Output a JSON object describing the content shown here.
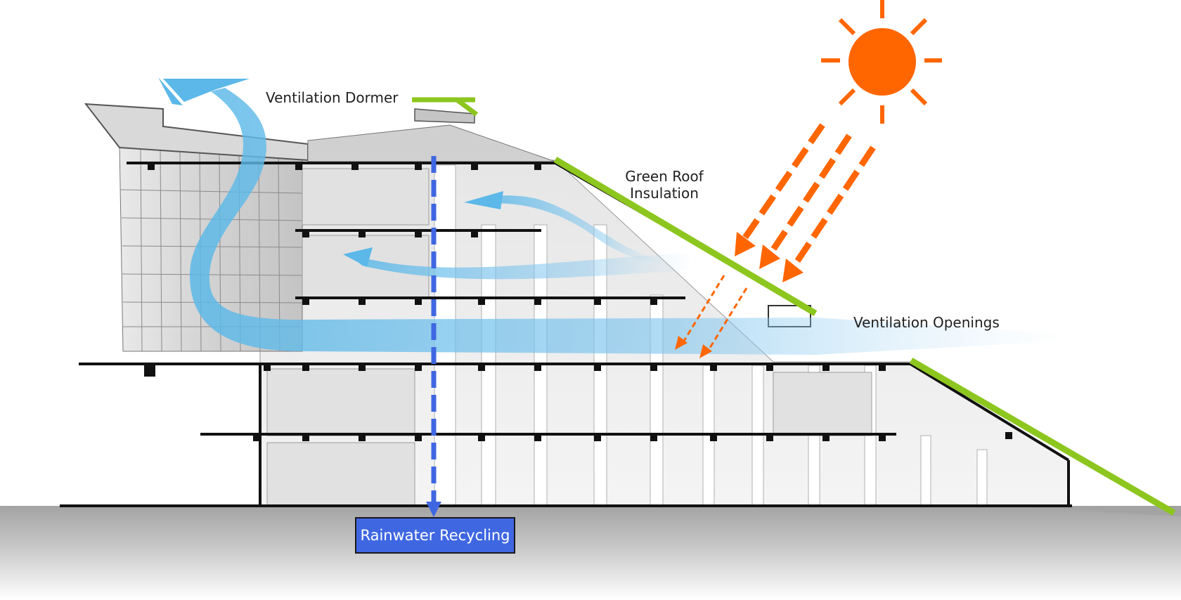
{
  "labels": {
    "ventilation_dormer": "Ventilation Dormer",
    "green_roof_line1": "Green Roof",
    "green_roof_line2": "Insulation",
    "ventilation_openings": "Ventilation Openings",
    "rainwater_recycling": "Rainwater Recycling"
  },
  "colors": {
    "sun": "#ff6600",
    "green_roof": "#8cc61e",
    "airflow": "#5bb8e8",
    "rainwater": "#3f67e2",
    "ground": "#a6a6a6",
    "structure": "#111111"
  },
  "icons": [
    "sun-icon",
    "solar-ray-arrow",
    "airflow-arrow",
    "rainwater-down-arrow"
  ]
}
